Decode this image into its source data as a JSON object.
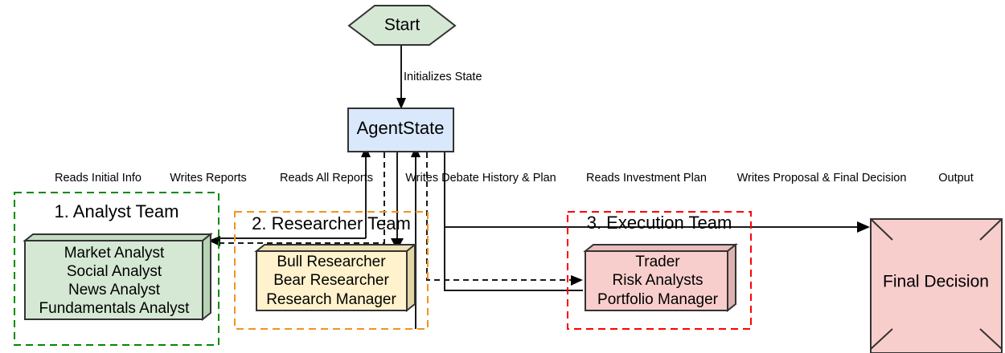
{
  "diagram": {
    "type": "flowchart",
    "title_shown": false,
    "colors": {
      "start_fill": "#d5e8d4",
      "start_stroke": "#333333",
      "state_fill": "#dae8fc",
      "state_stroke": "#333333",
      "analyst_fill": "#d5e8d4",
      "researcher_fill": "#fff2cc",
      "execution_fill": "#f8cecc",
      "final_fill": "#f8cecc",
      "group_analyst_stroke": "#008a00",
      "group_researcher_stroke": "#f2931e",
      "group_execution_stroke": "#ff0000",
      "edge_stroke": "#1a1a1a",
      "text": "#000000"
    },
    "nodes": {
      "start": {
        "label": "Start",
        "shape": "hexagon"
      },
      "agent_state": {
        "label": "AgentState",
        "shape": "rectangle"
      },
      "analyst_team": {
        "group_label": "1. Analyst Team",
        "shape": "3d-box",
        "members": [
          "Market Analyst",
          "Social Analyst",
          "News Analyst",
          "Fundamentals Analyst"
        ]
      },
      "researcher_team": {
        "group_label": "2. Researcher Team",
        "shape": "3d-box",
        "members": [
          "Bull Researcher",
          "Bear Researcher",
          "Research Manager"
        ]
      },
      "execution_team": {
        "group_label": "3. Execution Team",
        "shape": "3d-box",
        "members": [
          "Trader",
          "Risk Analysts",
          "Portfolio Manager"
        ]
      },
      "final_decision": {
        "label": "Final Decision",
        "shape": "chamfered-rectangle"
      }
    },
    "edges": [
      {
        "id": "e1",
        "label": "Initializes State",
        "from": "start",
        "to": "agent_state",
        "style": "solid"
      },
      {
        "id": "e2",
        "label": "Reads Initial Info",
        "from": "agent_state",
        "to": "analyst_team",
        "style": "dashed"
      },
      {
        "id": "e3",
        "label": "Writes Reports",
        "from": "analyst_team",
        "to": "agent_state",
        "style": "solid"
      },
      {
        "id": "e4",
        "label": "Reads All Reports",
        "from": "agent_state",
        "to": "researcher_team",
        "style": "solid"
      },
      {
        "id": "e5",
        "label": "Writes Debate History & Plan",
        "from": "researcher_team",
        "to": "agent_state",
        "style": "solid"
      },
      {
        "id": "e6",
        "label": "Reads Investment Plan",
        "from": "agent_state",
        "to": "execution_team",
        "style": "dashed"
      },
      {
        "id": "e7",
        "label": "Writes Proposal & Final Decision",
        "from": "execution_team",
        "to": "agent_state",
        "style": "solid"
      },
      {
        "id": "e8",
        "label": "Output",
        "from": "agent_state",
        "to": "final_decision",
        "style": "solid"
      }
    ],
    "edge_label_row": [
      "Reads Initial Info",
      "Writes Reports",
      "Reads All Reports",
      "Writes Debate History & Plan",
      "Reads Investment Plan",
      "Writes Proposal & Final Decision",
      "Output"
    ]
  }
}
